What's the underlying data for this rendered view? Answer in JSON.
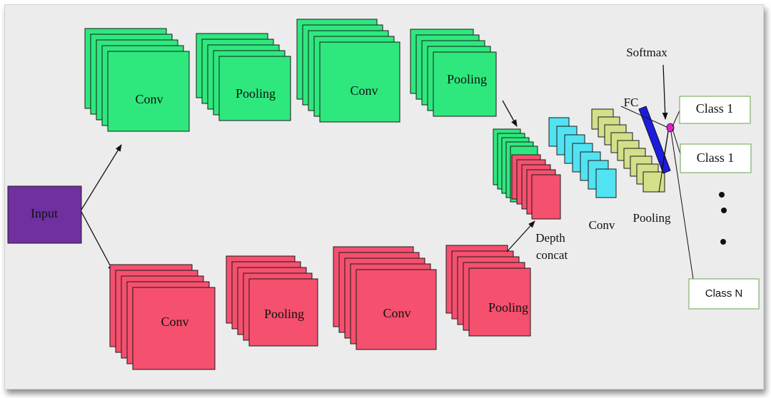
{
  "colors": {
    "input_fill": "#7030a0",
    "green_fill": "#2ee87e",
    "red_fill": "#f5506e",
    "cyan_fill": "#52e3f2",
    "olive_fill": "#d4df8a",
    "fc_fill": "#1c1ce0",
    "softmax_node_fill": "#e020c8",
    "class_box_border": "#7fb26b",
    "background": "#ececec"
  },
  "input": {
    "label": "Input"
  },
  "top_branch": {
    "conv1_label": "Conv",
    "pool1_label": "Pooling",
    "conv2_label": "Conv",
    "pool2_label": "Pooling"
  },
  "bottom_branch": {
    "conv1_label": "Conv",
    "pool1_label": "Pooling",
    "conv2_label": "Conv",
    "pool2_label": "Pooling"
  },
  "merge": {
    "depth_concat_line1": "Depth",
    "depth_concat_line2": "concat",
    "conv_label": "Conv",
    "pooling_label": "Pooling",
    "fc_label": "FC",
    "softmax_label": "Softmax"
  },
  "outputs": {
    "class_1a": "Class 1",
    "class_1b": "Class 1",
    "class_n": "Class N",
    "ellipsis_dots": 3
  }
}
